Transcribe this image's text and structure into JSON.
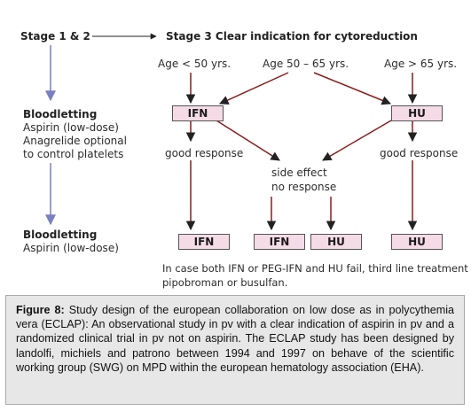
{
  "diagram": {
    "stage12": "Stage 1 & 2",
    "stage3": "Stage 3  Clear indication for cytoreduction",
    "age_lt50": "Age < 50 yrs.",
    "age_50_65": "Age 50 – 65 yrs.",
    "age_gt65": "Age > 65 yrs.",
    "left_block1": {
      "title": "Bloodletting",
      "line1": "Aspirin (low-dose)",
      "line2": "Anagrelide optional",
      "line3": "to control platelets"
    },
    "left_block2": {
      "title": "Bloodletting",
      "line1": "Aspirin (low-dose)"
    },
    "node_ifn_top": "IFN",
    "node_hu_top": "HU",
    "good_response_left": "good response",
    "good_response_right": "good response",
    "side_effect": "side effect",
    "no_response": "no response",
    "bottom_nodes": [
      "IFN",
      "IFN",
      "HU",
      "HU"
    ],
    "note_line1": "In case both IFN or PEG-IFN and HU fail, third line treatment",
    "note_line2": "pipobroman or busulfan."
  },
  "caption": {
    "label": "Figure 8:",
    "text": " Study design of the european collaboration on low dose as in polycythemia vera (ECLAP): An observational study in pv with a clear indication of aspirin in pv and a randomized clinical trial in pv not on aspirin. The ECLAP study has been designed by landolfi, michiels and patrono between 1994 and 1997 on behave of the scientific working group (SWG) on MPD within the european hematology association (EHA)."
  }
}
